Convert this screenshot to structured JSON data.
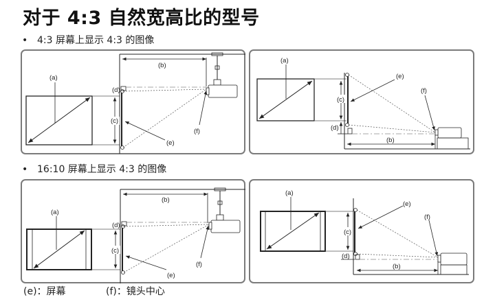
{
  "page": {
    "title": "对于 4:3 自然宽高比的型号",
    "sections": [
      {
        "bullet": "•",
        "heading": "4:3 屏幕上显示 4:3 的图像"
      },
      {
        "bullet": "•",
        "heading": "16:10 屏幕上显示 4:3 的图像"
      }
    ],
    "diagram_labels": {
      "a": "(a)",
      "b": "(b)",
      "c": "(c)",
      "d": "(d)",
      "e": "(e)",
      "f": "(f)"
    },
    "legend": [
      {
        "key": "(e)",
        "sep": "：",
        "text": "屏幕"
      },
      {
        "key": "(f)",
        "sep": "：",
        "text": "镜头中心"
      }
    ],
    "diagrams": [
      {
        "id": "ceiling-4x3",
        "mount": "ceiling",
        "screen_ratio": "4:3",
        "image_ratio": "4:3"
      },
      {
        "id": "floor-4x3",
        "mount": "floor",
        "screen_ratio": "4:3",
        "image_ratio": "4:3"
      },
      {
        "id": "ceiling-16x10",
        "mount": "ceiling",
        "screen_ratio": "16:10",
        "image_ratio": "4:3"
      },
      {
        "id": "floor-16x10",
        "mount": "floor",
        "screen_ratio": "16:10",
        "image_ratio": "4:3"
      }
    ],
    "colors": {
      "panel_border": "#7a7a7a",
      "line": "#222222"
    }
  }
}
